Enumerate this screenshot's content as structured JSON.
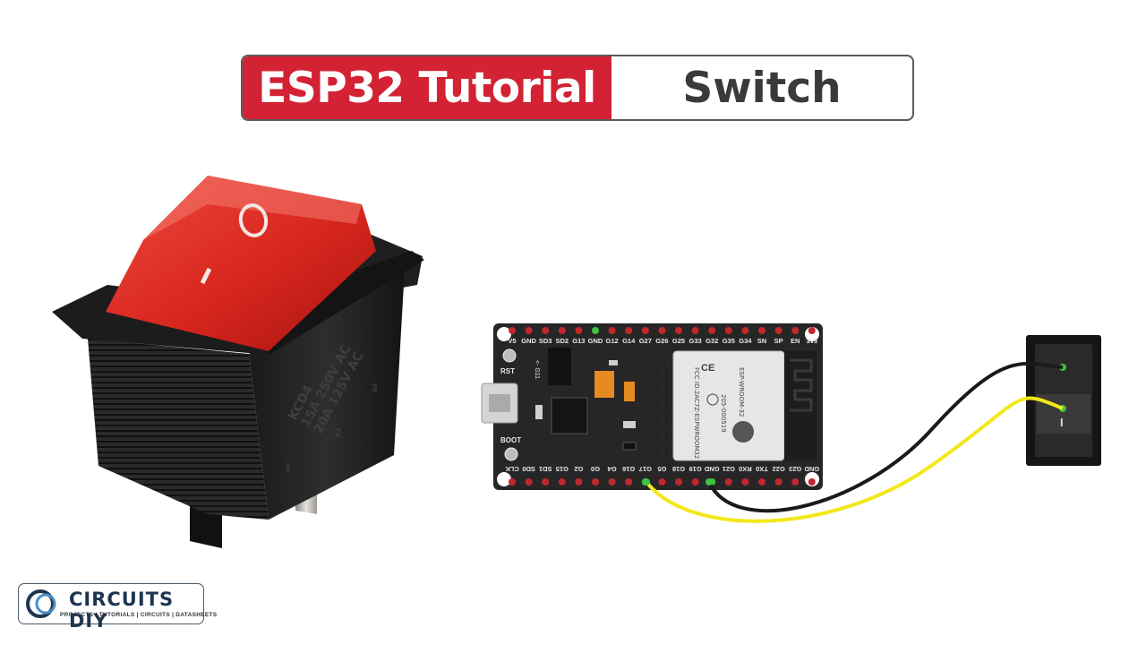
{
  "banner": {
    "series_label": "ESP32 Tutorial",
    "topic_label": "Switch",
    "accent_color": "#d32234"
  },
  "rocker_switch": {
    "symbol_off": "O",
    "symbol_on": "I",
    "marking_lines": [
      "KCD4",
      "15A 250V AC",
      "20A 125V AC"
    ],
    "terminal_marks": [
      "1",
      "2",
      "3"
    ],
    "lens_color": "#e8352e"
  },
  "board": {
    "top_pins": [
      "V5",
      "GND",
      "SD3",
      "SD2",
      "G13",
      "GND",
      "G12",
      "G14",
      "G27",
      "G26",
      "G25",
      "G33",
      "G32",
      "G35",
      "G34",
      "SN",
      "SP",
      "EN",
      "3v3"
    ],
    "bottom_pins": [
      "CLK",
      "SD0",
      "SD1",
      "G15",
      "G2",
      "G0",
      "G4",
      "G16",
      "G17",
      "G5",
      "G18",
      "G19",
      "GND",
      "G21",
      "RX0",
      "TX0",
      "G22",
      "G23",
      "GND"
    ],
    "rst_label": "RST",
    "boot_label": "BOOT",
    "arrow_label": "<- G11",
    "module_text": [
      "ESP-WROOM-32",
      "FCC ID:2AC7Z-ESPWROOM32",
      "205-000519",
      "R"
    ]
  },
  "small_switch": {
    "symbol_on": "I"
  },
  "wires": [
    {
      "name": "black",
      "color": "#1a1a1a",
      "from": "GND",
      "to": "switch-top-terminal"
    },
    {
      "name": "yellow",
      "color": "#f2e81a",
      "from": "G17",
      "to": "switch-bottom-terminal"
    }
  ],
  "logo": {
    "name": "CIRCUITS DIY",
    "tagline": "PROJECTS | TUTORIALS | CIRCUITS | DATASHEETS"
  }
}
